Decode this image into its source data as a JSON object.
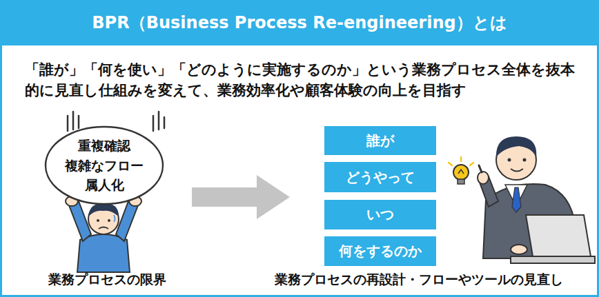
{
  "diagram": {
    "title": "BPR（Business Process Re-engineering）とは",
    "nodes": [
      {
        "text": [
          "重複確認",
          "複雑なフロー",
          "属人化"
        ]
      },
      {
        "text": [
          "誰が"
        ]
      },
      {
        "text": [
          "どうやって"
        ]
      },
      {
        "text": [
          "いつ"
        ]
      },
      {
        "text": [
          "何をするのか"
        ]
      }
    ],
    "labels": [
      "「誰が」「何を使い」「どのように実施するのか」という業務プロセス全体を抜本的に見直し仕組みを変えて、業務効率化や顧客体験の向上を目指す",
      "業務プロセスの限界",
      "業務プロセスの再設計・フローやツールの見直し"
    ]
  }
}
